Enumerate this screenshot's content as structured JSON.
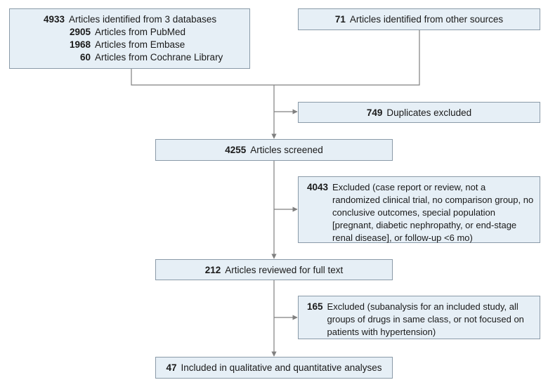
{
  "boxes": {
    "databases": {
      "lines": [
        {
          "num": "4933",
          "text": "Articles identified from 3 databases"
        },
        {
          "num": "2905",
          "text": "Articles from PubMed"
        },
        {
          "num": "1968",
          "text": "Articles from Embase"
        },
        {
          "num": "60",
          "text": "Articles from Cochrane Library"
        }
      ]
    },
    "other_sources": {
      "num": "71",
      "text": "Articles identified from other sources"
    },
    "duplicates": {
      "num": "749",
      "text": "Duplicates excluded"
    },
    "screened": {
      "num": "4255",
      "text": "Articles screened"
    },
    "excluded1": {
      "num": "4043",
      "text": "Excluded (case report or review, not a randomized clinical trial, no comparison group, no conclusive outcomes, special population [pregnant, diabetic nephropathy, or end-stage renal disease], or follow-up <6 mo)"
    },
    "fulltext": {
      "num": "212",
      "text": "Articles reviewed for full text"
    },
    "excluded2": {
      "num": "165",
      "text": "Excluded (subanalysis for an included study, all groups of drugs in same class, or not focused on patients with hypertension)"
    },
    "included": {
      "num": "47",
      "text": "Included in qualitative and quantitative analyses"
    }
  },
  "colors": {
    "box_fill": "#e6eff6",
    "box_border": "#8a9aa8",
    "line": "#808080"
  }
}
